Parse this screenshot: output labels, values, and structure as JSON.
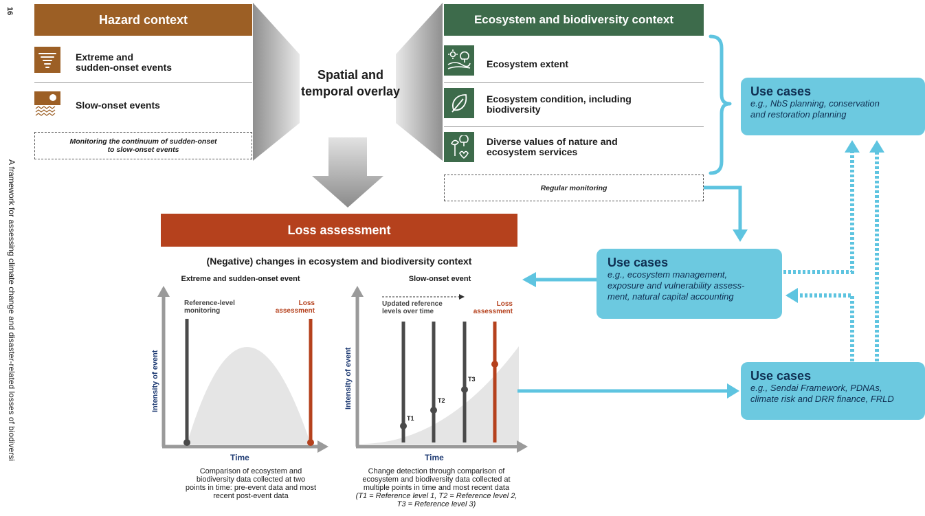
{
  "page_number": "16",
  "side_title": "A framework for assessing climate change and disaster-related losses of biodiversi",
  "hazard": {
    "title": "Hazard context",
    "items": [
      {
        "label": "Extreme and sudden-onset events",
        "line1": "Extreme and",
        "line2": "sudden-onset events",
        "icon": "tornado-icon"
      },
      {
        "label": "Slow-onset events",
        "icon": "sun-ground-icon"
      }
    ],
    "monitoring_line1": "Monitoring the continuum of sudden-onset",
    "monitoring_line2": "to slow-onset events"
  },
  "overlay": {
    "line1": "Spatial and",
    "line2": "temporal overlay"
  },
  "ecosystem": {
    "title": "Ecosystem and biodiversity context",
    "items": [
      {
        "line1": "Ecosystem extent",
        "line2": "",
        "icon": "landscape-icon"
      },
      {
        "line1": "Ecosystem condition, including",
        "line2": "biodiversity",
        "icon": "leaf-icon"
      },
      {
        "line1": "Diverse values of nature and",
        "line2": "ecosystem services",
        "icon": "plant-heart-icon"
      }
    ],
    "monitoring": "Regular monitoring"
  },
  "loss": {
    "title": "Loss assessment",
    "subtitle": "(Negative) changes in ecosystem and biodiversity context",
    "left_chart": {
      "title": "Extreme and sudden-onset event",
      "ref_line1": "Reference-level",
      "ref_line2": "monitoring",
      "loss_line1": "Loss",
      "loss_line2": "assessment",
      "ylabel": "Intensity of event",
      "xlabel": "Time",
      "caption": [
        "Comparison of ecosystem and",
        "biodiversity data collected at two",
        "points in time: pre-event data and most",
        "recent post-event data"
      ]
    },
    "right_chart": {
      "title": "Slow-onset event",
      "updated_line1": "Updated reference",
      "updated_line2": "levels over time",
      "loss_line1": "Loss",
      "loss_line2": "assessment",
      "ylabel": "Intensity of event",
      "xlabel": "Time",
      "t1": "T1",
      "t2": "T2",
      "t3": "T3",
      "caption": [
        "Change detection through comparison of",
        "ecosystem and biodiversity data collected at",
        "multiple points in time and most recent data"
      ],
      "caption_italic": [
        "(T1 = Reference level 1, T2 = Reference level 2,",
        "T3 = Reference level 3)"
      ]
    }
  },
  "use_cases": [
    {
      "title": "Use cases",
      "lines": [
        "e.g., NbS planning, conservation",
        "and restoration planning"
      ]
    },
    {
      "title": "Use cases",
      "lines": [
        "e.g., ecosystem management,",
        "exposure and vulnerability assess-",
        "ment, natural capital accounting"
      ]
    },
    {
      "title": "Use cases",
      "lines": [
        "e.g., Sendai Framework, PDNAs,",
        "climate risk and DRR finance, FRLD"
      ]
    }
  ],
  "colors": {
    "hazard_brown": "#9c5f25",
    "eco_green": "#3d6b4b",
    "loss_red": "#b5411d",
    "use_case_blue": "#6cc9e0",
    "arrow_blue": "#5ec4e0",
    "axis_grey": "#9a9a9a",
    "dark_line": "#4a4a4a"
  }
}
